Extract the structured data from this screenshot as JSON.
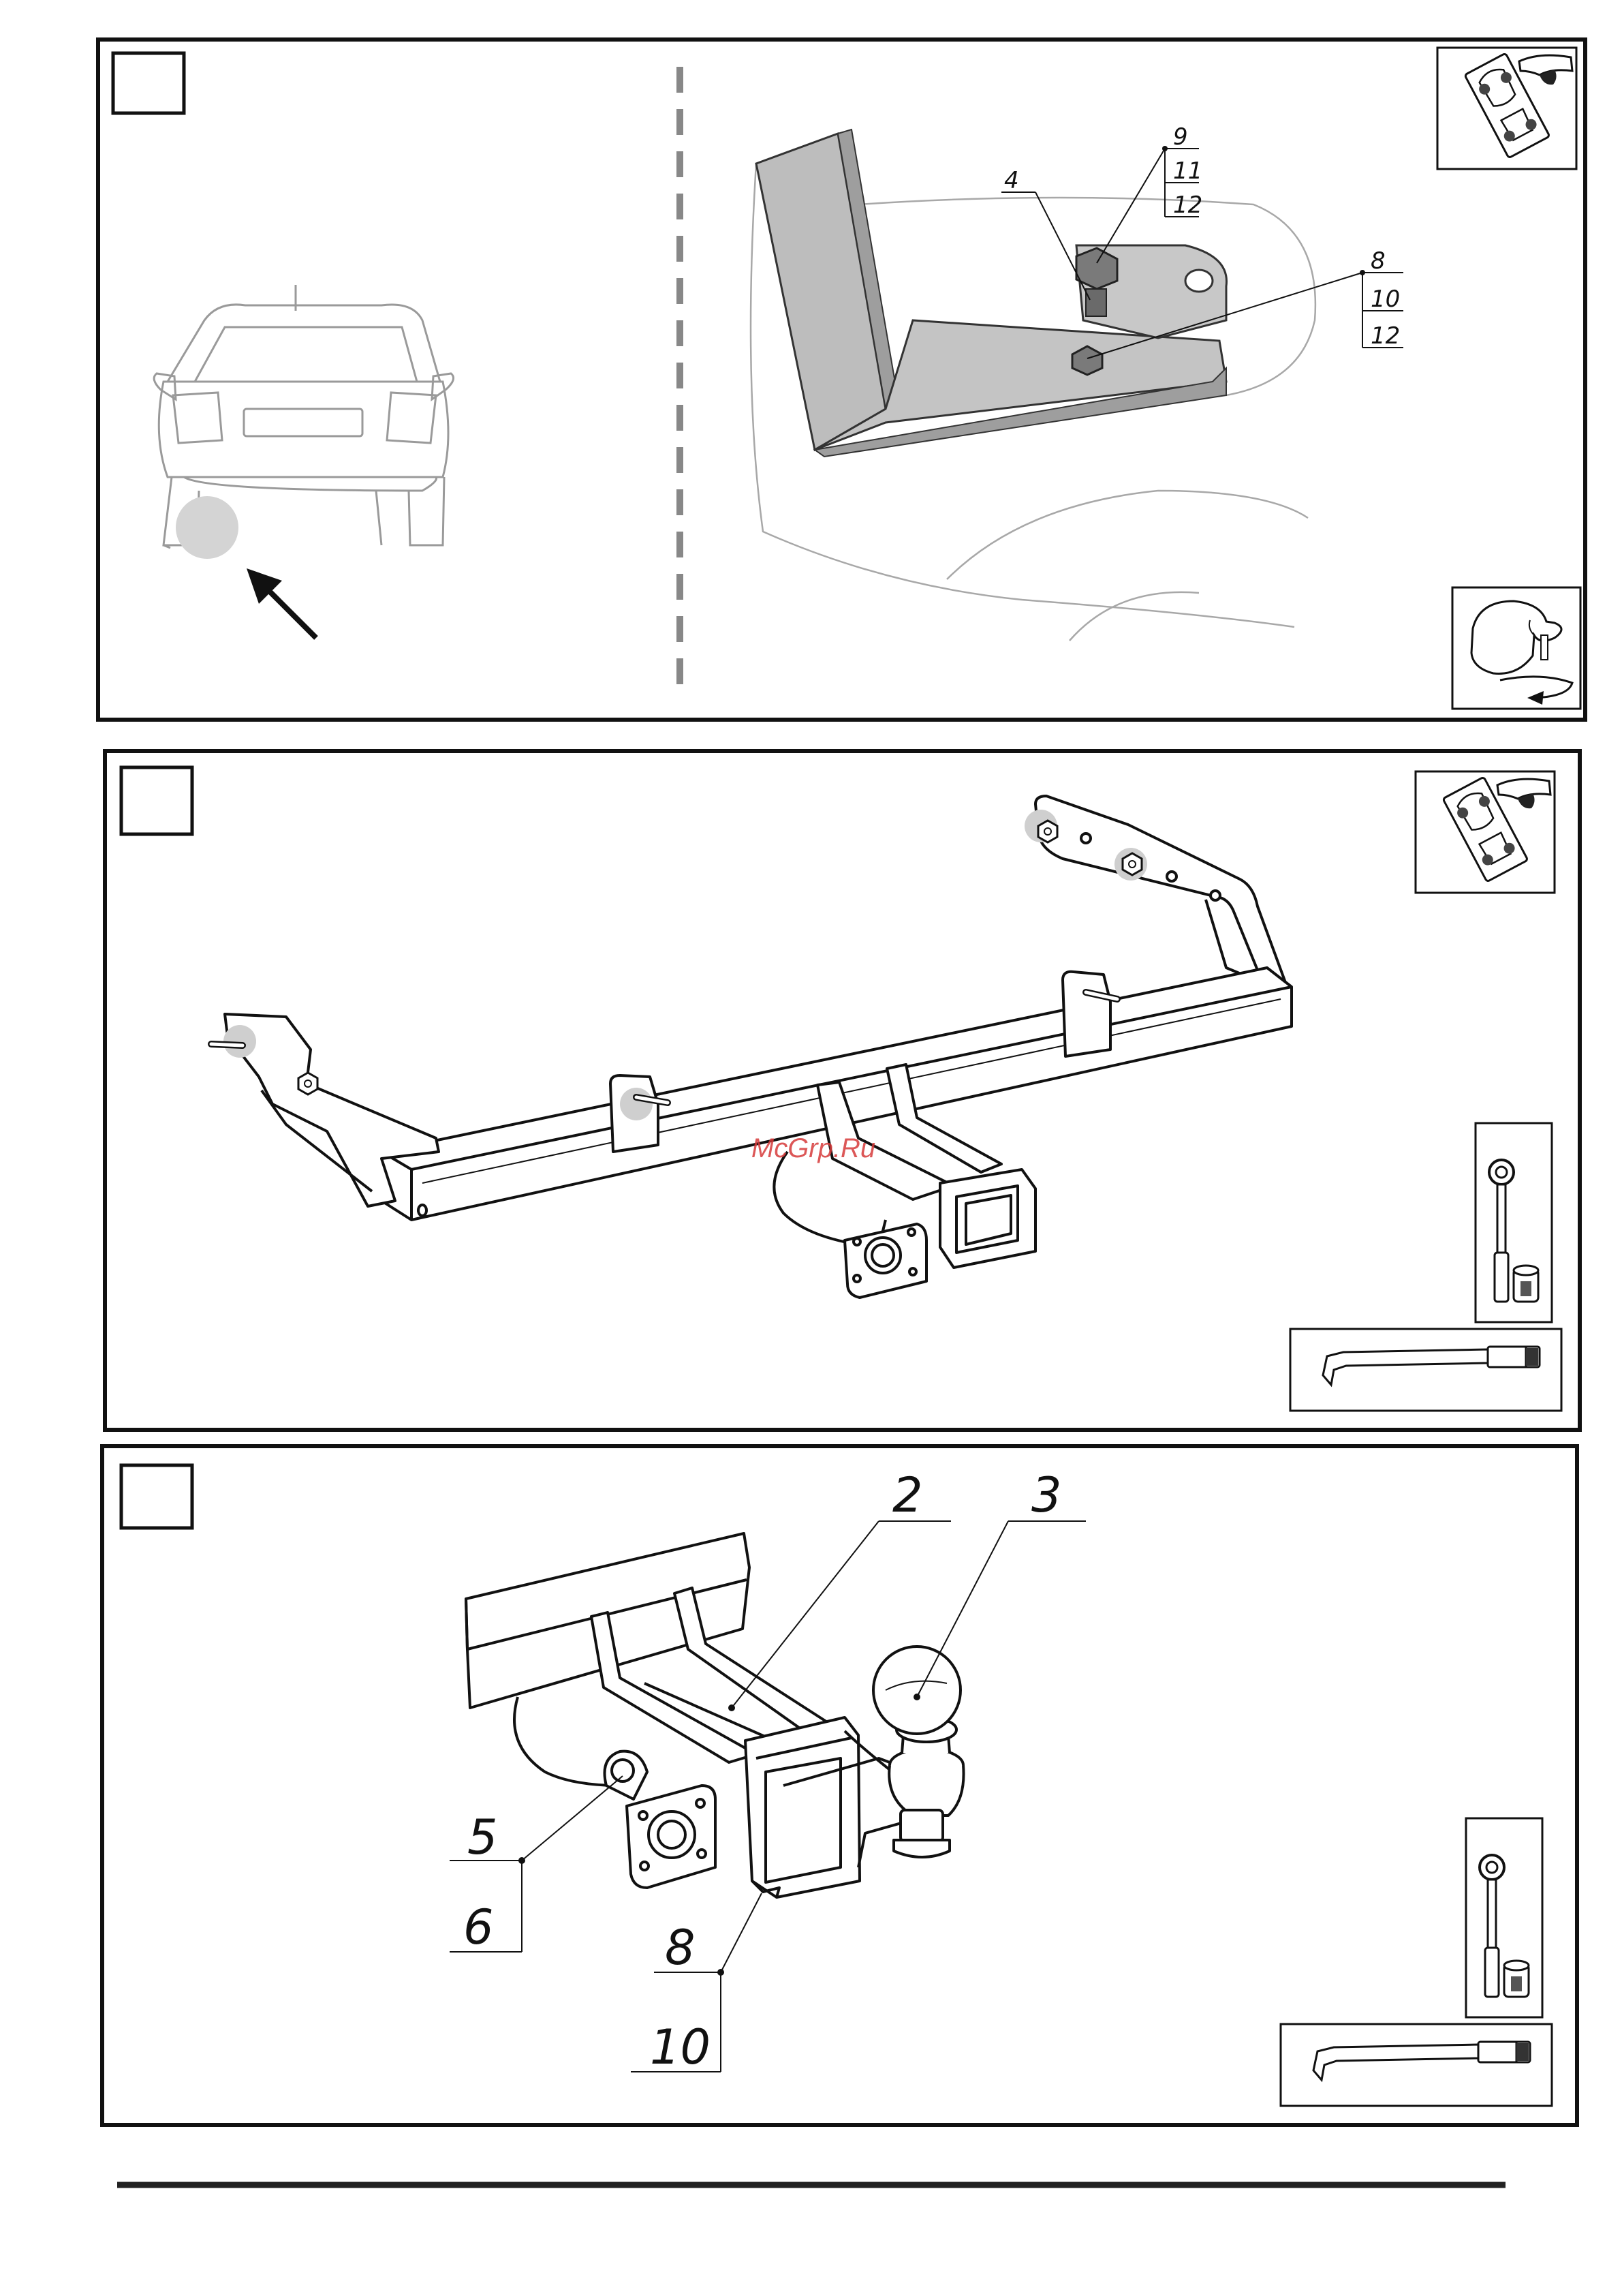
{
  "watermark": "McGrp.Ru",
  "colors": {
    "ink": "#111111",
    "part_fill": "#ffffff",
    "part_shade": "#bdbdbd",
    "highlight_dot": "#d4d4d4",
    "car_line": "#9a9a9a",
    "watermark": "#d63a3a"
  },
  "panels": [
    {
      "id": "step-1",
      "step_number": "",
      "callouts": {
        "bolt_group_a": [
          "9",
          "11",
          "12"
        ],
        "bolt_group_b": [
          "8",
          "10",
          "12"
        ],
        "part_4": "4"
      },
      "icons": [
        "car-under-view-icon",
        "hand-tighten-icon"
      ]
    },
    {
      "id": "step-2",
      "step_number": "",
      "icons": [
        "car-under-view-icon",
        "torque-wrench-icon",
        "extension-bar-icon"
      ]
    },
    {
      "id": "step-3",
      "step_number": "",
      "callouts": {
        "part_2": "2",
        "part_3": "3",
        "part_5": "5",
        "part_6": "6",
        "part_8": "8",
        "part_10": "10"
      },
      "icons": [
        "torque-wrench-icon",
        "extension-bar-icon"
      ]
    }
  ]
}
